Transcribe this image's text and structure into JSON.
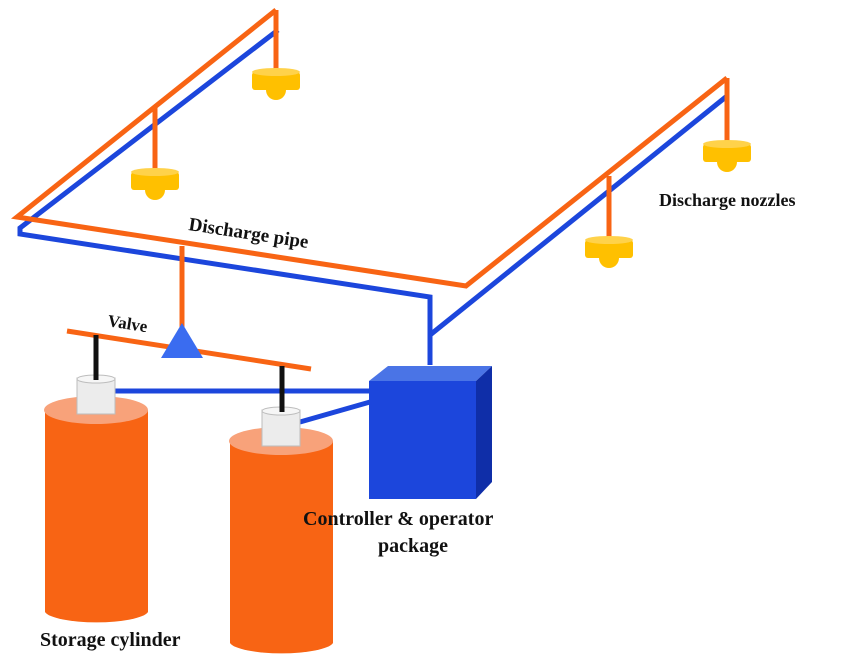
{
  "diagram": {
    "title": "",
    "labels": {
      "discharge_pipe": "Discharge pipe",
      "discharge_nozzles": "Discharge nozzles",
      "valve": "Valve",
      "controller_line1": "Controller & operator",
      "controller_line2": "package",
      "storage_cylinder": "Storage cylinder"
    },
    "colors": {
      "pipe_orange": "#f86414",
      "pipe_blue": "#1c46dc",
      "nozzle": "#ffc000",
      "cylinder": "#f86414",
      "cylinder_top": "#f8a27a",
      "cap": "#ececec",
      "controller_front": "#1c46dc",
      "controller_top": "#4a74e6",
      "controller_side": "#0f2ea8",
      "valve": "#3a6cf0",
      "stem": "#111111"
    },
    "components": [
      "discharge pipe",
      "discharge nozzles (4)",
      "valve",
      "controller & operator package",
      "storage cylinders (2)"
    ]
  }
}
